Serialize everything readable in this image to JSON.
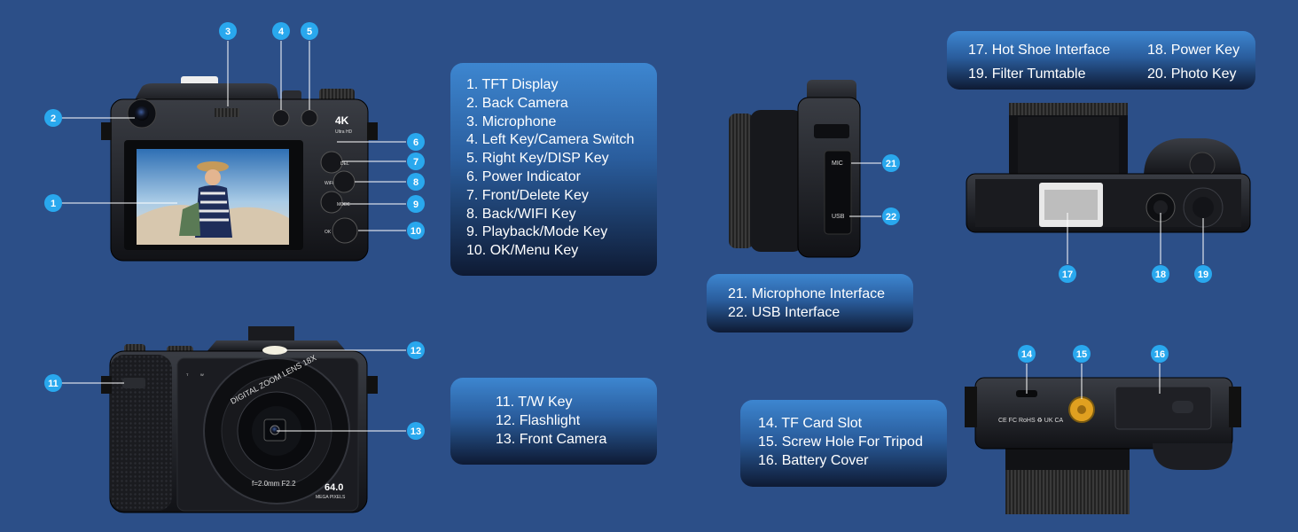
{
  "panels": {
    "rear": [
      "1. TFT Display",
      "2. Back Camera",
      "3. Microphone",
      "4. Left Key/Camera Switch",
      "5. Right Key/DISP Key",
      "6. Power Indicator",
      "7. Front/Delete Key",
      "8. Back/WIFI Key",
      "9. Playback/Mode Key",
      "10. OK/Menu Key"
    ],
    "front": [
      "11. T/W Key",
      "12. Flashlight",
      "13. Front Camera"
    ],
    "side": [
      "21. Microphone Interface",
      "22. USB Interface"
    ],
    "top": [
      "17. Hot Shoe Interface",
      "18. Power Key",
      "19. Filter Tumtable",
      "20. Photo Key"
    ],
    "bottom": [
      "14. TF Card Slot",
      "15. Screw Hole For Tripod",
      "16. Battery Cover"
    ]
  },
  "badges": [
    "1",
    "2",
    "3",
    "4",
    "5",
    "6",
    "7",
    "8",
    "9",
    "10",
    "11",
    "12",
    "13",
    "14",
    "15",
    "16",
    "17",
    "18",
    "19",
    "21",
    "22"
  ],
  "camera_text": {
    "res_4k": "4K",
    "ultra_hd": "Ultra HD",
    "lens_ring": "DIGITAL ZOOM LENS 18X",
    "aperture": "f=2.0mm F2.2",
    "mp_value": "64.0",
    "mp_label": "MEGA PIXELS",
    "btn_del": "DEL",
    "btn_wifi": "WiFi",
    "btn_mode": "MODE",
    "btn_ok": "OK",
    "port_mic": "MIC",
    "port_usb": "USB",
    "tw_t": "T",
    "tw_w": "W",
    "cert": "CE FC RoHS ♻ UK CA"
  },
  "colors": {
    "background": "#2c4f88",
    "badge": "#29a8ee",
    "panel_top": "#3d86d0",
    "panel_bottom": "#0e1a33",
    "tripod_gold": "#e0a020"
  }
}
